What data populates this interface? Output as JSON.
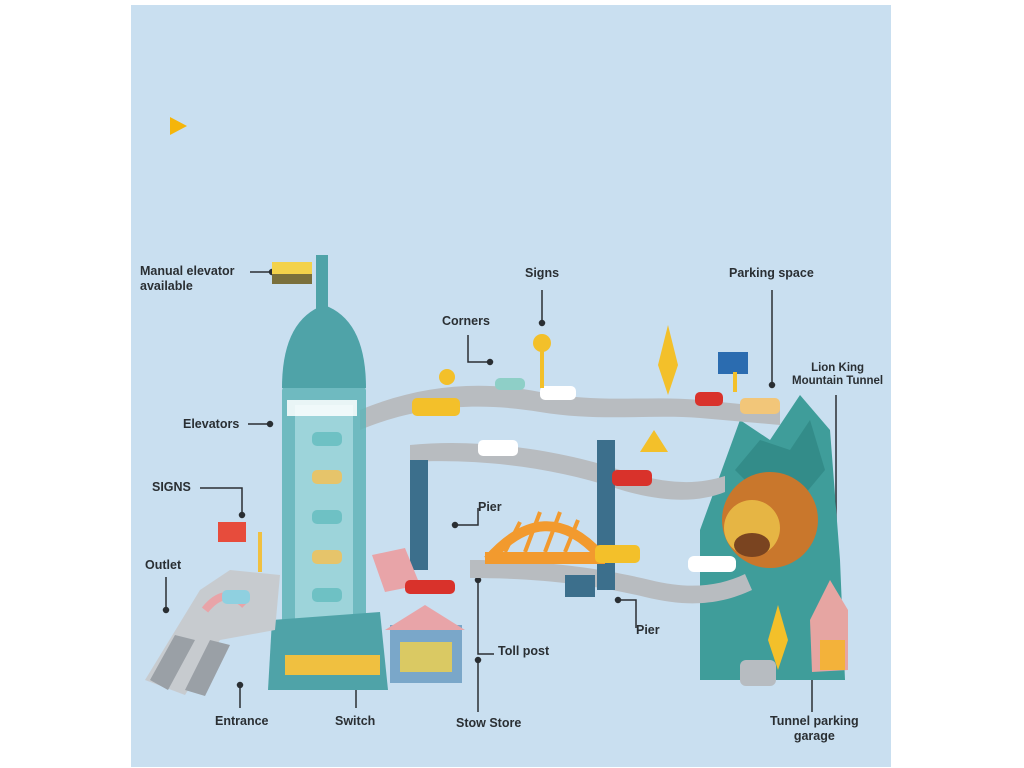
{
  "labels": {
    "manual_elevator": "Manual elevator\navailable",
    "signs_top": "Signs",
    "parking_space": "Parking space",
    "corners": "Corners",
    "lion_tunnel": "Lion King\nMountain Tunnel",
    "elevators": "Elevators",
    "signs_left": "SIGNS",
    "pier_middle": "Pier",
    "outlet": "Outlet",
    "toll_post": "Toll post",
    "pier_right": "Pier",
    "entrance": "Entrance",
    "switch": "Switch",
    "stow_store": "Stow Store",
    "tunnel_garage": "Tunnel parking\ngarage"
  },
  "colors": {
    "background": "#c9dff0",
    "play_icon": "#f5b50a",
    "tower": "#4fa3a8",
    "track": "#b8bcc0",
    "bridge": "#f29a2e",
    "mountain": "#3f9d9a",
    "lion_mane": "#c9772c"
  }
}
